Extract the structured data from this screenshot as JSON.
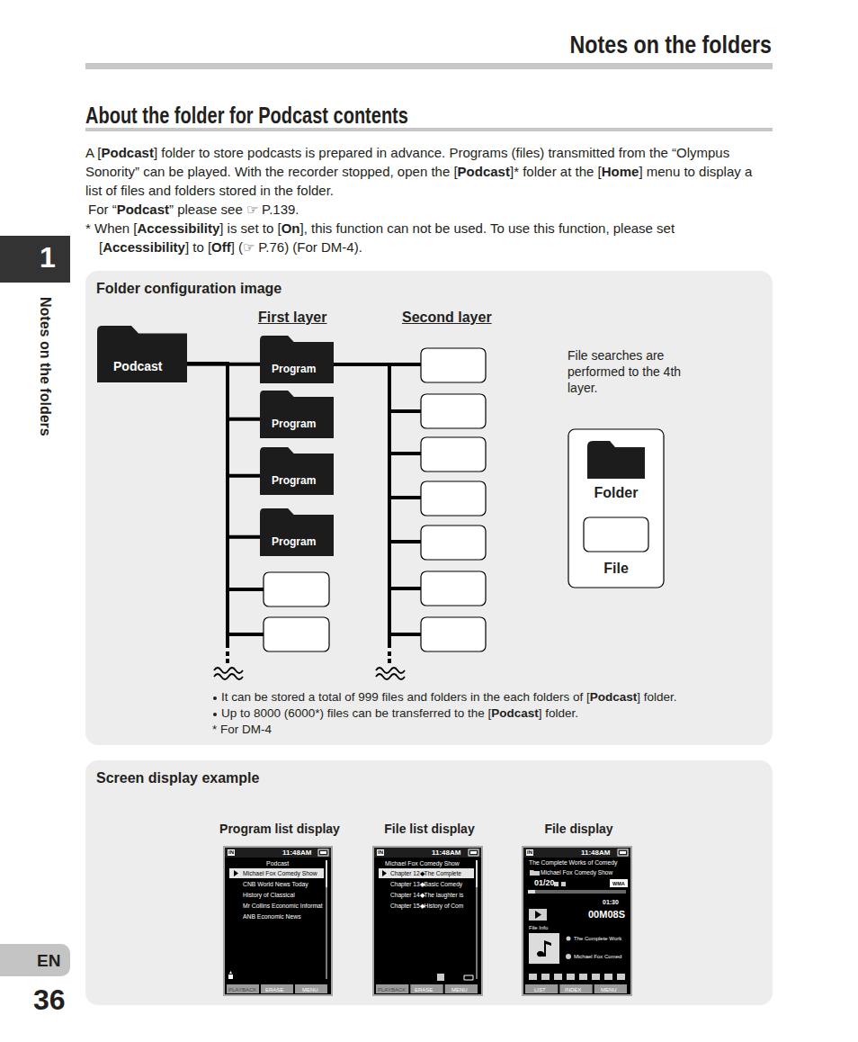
{
  "diagram": {
    "title": "Notes on the folders",
    "nodes": [
      {
        "text": [
          "Folder configuration image"
        ]
      },
      {
        "text": [
          "Podcast"
        ],
        "in": 0
      },
      {
        "text": [
          "Program"
        ],
        "in": 0
      },
      {
        "text": [
          "Program"
        ],
        "in": 0
      },
      {
        "text": [
          "Program"
        ],
        "in": 0
      },
      {
        "text": [
          "Program"
        ],
        "in": 0
      },
      {
        "text": [
          "Screen display example"
        ]
      },
      {
        "text": [
          "Program list display",
          "IN",
          "11:48AM",
          "Podcast",
          "Michael Fox Comedy Show",
          "CNB World News Today",
          "History of Classical",
          "Mr Collins Economic Informat",
          "ANB Economic News",
          "PLAYBACK",
          "ERASE",
          "MENU"
        ],
        "in": 6
      },
      {
        "text": [
          "File list display",
          "IN",
          "11:48AM",
          "Michael Fox Comedy Show",
          "Chapter 12◆The Complete",
          "Chapter 13◆Basic Comedy",
          "Chapter 14◆The laughter is",
          "Chapter 15◆History of Com",
          "PLAYBACK",
          "ERASE",
          "MENU"
        ],
        "in": 6
      },
      {
        "text": [
          "File display",
          "IN",
          "11:48AM",
          "The Complete Works of Comedy",
          "Michael Fox Comedy Show",
          "01/20",
          "WMA",
          "01:30",
          "00M08S",
          "File Info",
          "The Complete Work",
          "Michael Fox Comed",
          "LIST",
          "INDEX",
          "MENU"
        ],
        "in": 6
      }
    ],
    "edges": [
      {
        "from": 1,
        "to": 2,
        "arrow": "none"
      },
      {
        "from": 1,
        "to": 3,
        "arrow": "none"
      },
      {
        "from": 1,
        "to": 4,
        "arrow": "none"
      },
      {
        "from": 1,
        "to": 5,
        "arrow": "none"
      }
    ],
    "labels": [
      "About the folder for Podcast contents",
      "A [Podcast] folder to store podcasts is prepared in advance. Programs (files) transmitted from the “Olympus Sonority” can be played. With the recorder stopped, open the [Podcast]* folder at the [Home] menu to display a list of files and folders stored in the folder.",
      "For “Podcast” please see ☞ P.139.",
      "* When [Accessibility] is set to [On], this function can not be used. To use this function, please set [Accessibility] to [Off] (☞ P.76) (For DM-4).",
      "First layer",
      "Second layer",
      "File searches are performed to the 4th layer.",
      "It can be stored a total of 999 files and folders in the each folders of [Podcast] folder.",
      "Up to 8000 (6000*) files can be transferred to the [Podcast] folder.",
      "* For DM-4",
      "1",
      "Notes on the folders",
      "EN",
      "36"
    ],
    "legend": [
      {
        "text": "Folder"
      },
      {
        "text": "File"
      }
    ]
  }
}
